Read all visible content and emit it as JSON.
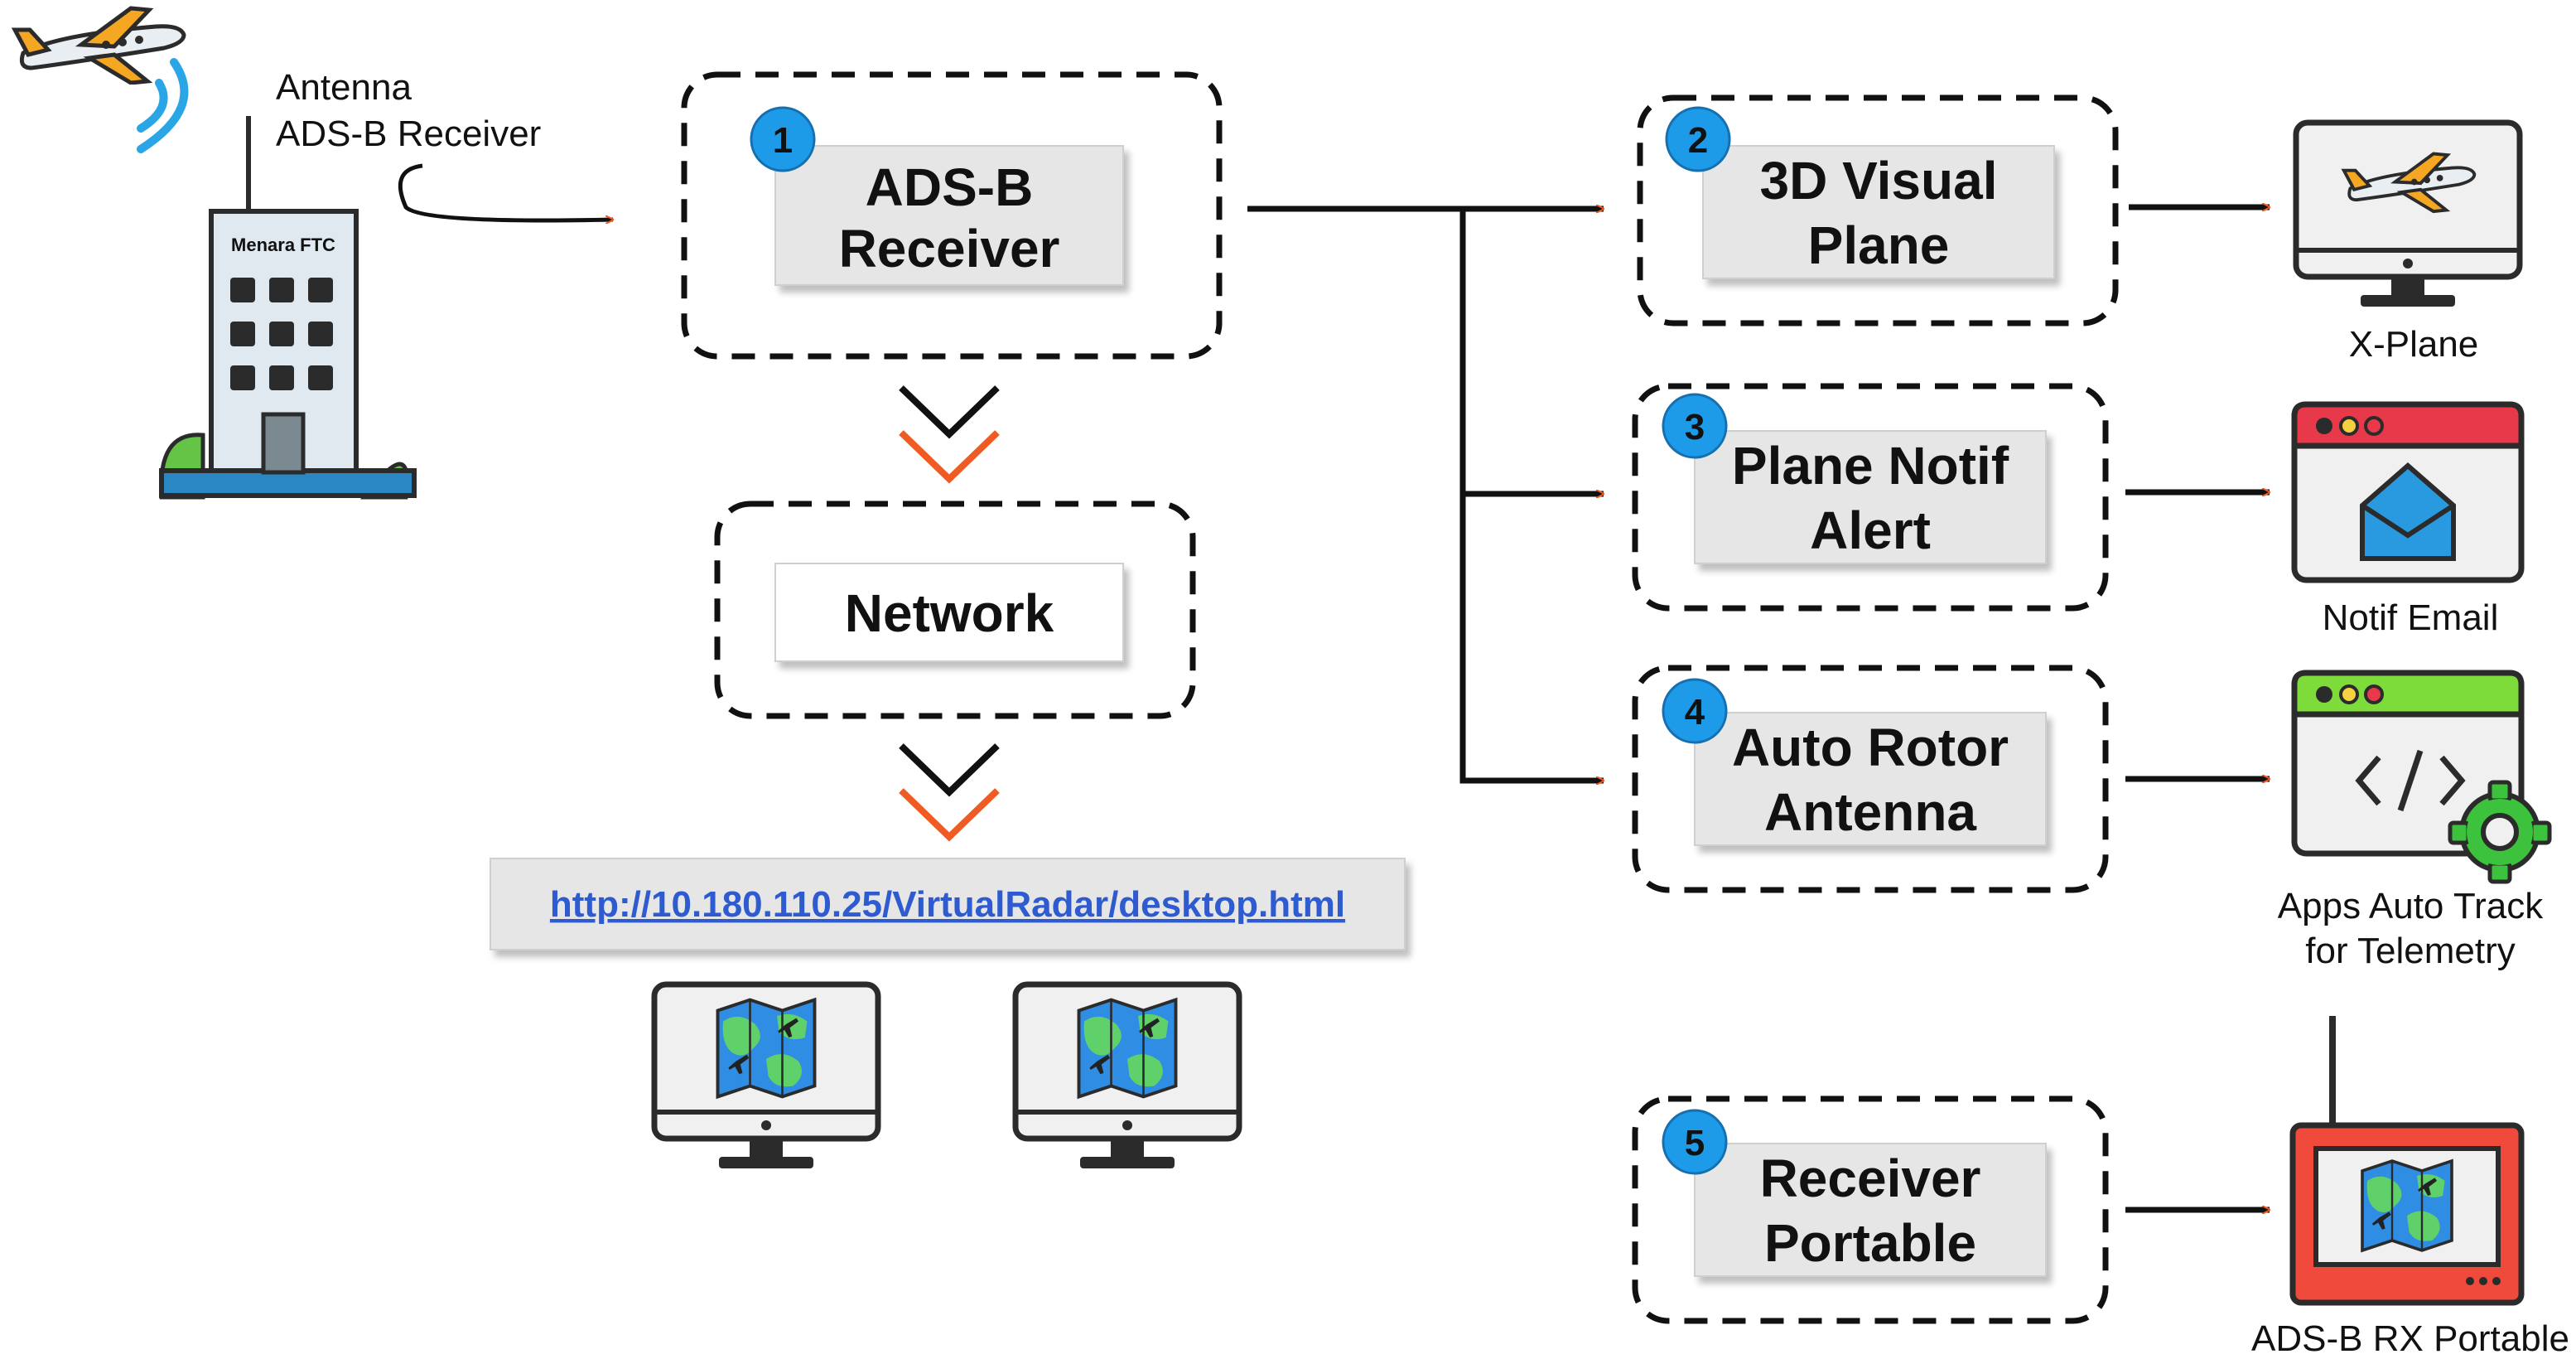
{
  "antenna_label": {
    "line1": "Antenna",
    "line2": "ADS-B Receiver"
  },
  "building_label": "Menara FTC",
  "nodes": {
    "adsb": {
      "number": "1",
      "line1": "ADS-B",
      "line2": "Receiver"
    },
    "network": {
      "line1": "Network"
    },
    "url": "http://10.180.110.25/VirtualRadar/desktop.html",
    "visual": {
      "number": "2",
      "line1": "3D Visual",
      "line2": "Plane"
    },
    "notif": {
      "number": "3",
      "line1": "Plane Notif",
      "line2": "Alert"
    },
    "rotor": {
      "number": "4",
      "line1": "Auto Rotor",
      "line2": "Antenna"
    },
    "portable": {
      "number": "5",
      "line1": "Receiver",
      "line2": "Portable"
    }
  },
  "outputs": {
    "xplane": {
      "line1": "X-Plane"
    },
    "email": {
      "line1": "Notif Email"
    },
    "apps": {
      "line1": "Apps Auto Track",
      "line2": "for Telemetry"
    },
    "rx": {
      "line1": "ADS-B RX Portable"
    }
  },
  "icons": {
    "plane": "airplane-icon",
    "signal": "signal-waves-icon",
    "building": "building-icon",
    "monitor": "monitor-map-icon",
    "email": "email-window-icon",
    "code": "code-window-icon",
    "gear": "gear-icon",
    "device": "portable-receiver-icon"
  },
  "colors": {
    "arrow": "#f05a23",
    "badge": "#1e9be8",
    "box_fill": "#e6e6e6",
    "url": "#2f5bd0",
    "signal": "#2aa6e6",
    "email_bar": "#e8394a",
    "code_bar": "#7ddb3a",
    "gear": "#3cc23c",
    "rx_frame": "#ef4a3c"
  }
}
